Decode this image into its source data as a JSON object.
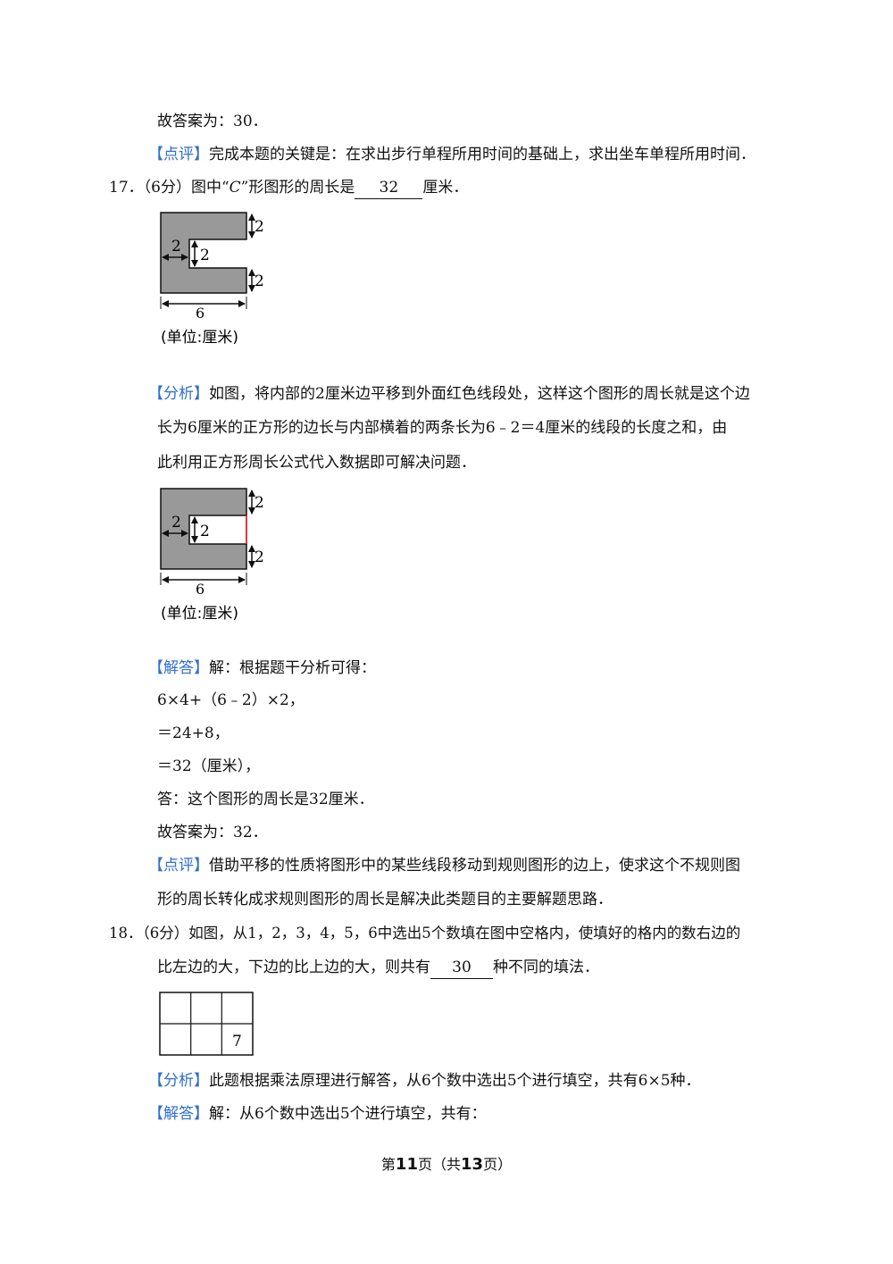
{
  "p16_answer": "故答案为：30．",
  "p16_review_tag": "【点评】",
  "p16_review": "完成本题的关键是：在求出步行单程所用时间的基础上，求出坐车单程所用时间．",
  "q17": {
    "prefix": "17．（6分）图中“",
    "c_letter": "C",
    "middle": "”形图形的周长是",
    "answer": "32",
    "suffix": "厘米．"
  },
  "figure": {
    "dim_width": "6",
    "dim_inner_depth": "2",
    "dim_inner_height": "2",
    "dim_top_arm": "2",
    "dim_bottom_arm": "2",
    "unit_caption": "(单位:厘米)",
    "fill_color": "#999999",
    "highlight_color": "#e02020"
  },
  "analysis17": {
    "tag": "【分析】",
    "line1": "如图，将内部的2厘米边平移到外面红色线段处，这样这个图形的周长就是这个边",
    "line2": "长为6厘米的正方形的边长与内部横着的两条长为6﹣2＝4厘米的线段的长度之和，由",
    "line3": "此利用正方形周长公式代入数据即可解决问题．"
  },
  "solution17": {
    "tag": "【解答】",
    "intro": "解：根据题干分析可得：",
    "step1": "6×4+（6﹣2）×2，",
    "step2": "＝24+8，",
    "step3": "＝32（厘米），",
    "answer_line": "答：这个图形的周长是32厘米．",
    "final": "故答案为：32．"
  },
  "review17": {
    "tag": "【点评】",
    "line1": "借助平移的性质将图形中的某些线段移动到规则图形的边上，使求这个不规则图",
    "line2": "形的周长转化成求规则图形的周长是解决此类题目的主要解题思路．"
  },
  "q18": {
    "line1": "18．（6分）如图，从1，2，3，4，5，6中选出5个数填在图中空格内，使填好的格内的数右边的",
    "line2_prefix": "比左边的大，下边的比上边的大，则共有",
    "answer": "30",
    "line2_suffix": "种不同的填法．",
    "grid_value": "7"
  },
  "analysis18": {
    "tag": "【分析】",
    "text": "此题根据乘法原理进行解答，从6个数中选出5个进行填空，共有6×5种．"
  },
  "solution18": {
    "tag": "【解答】",
    "text": "解：从6个数中选出5个进行填空，共有："
  },
  "footer": {
    "prefix": "第",
    "page": "11",
    "middle": "页（共",
    "total": "13",
    "suffix": "页）"
  },
  "colors": {
    "tag_blue": "#2f6fd0",
    "red_segment": "#e02020",
    "gray_fill": "#999999"
  }
}
